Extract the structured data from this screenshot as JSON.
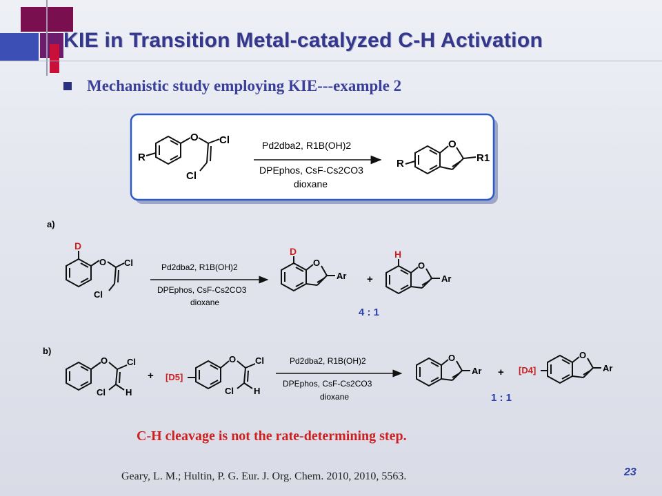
{
  "slide": {
    "title": "KIE in Transition Metal-catalyzed C-H Activation",
    "bullet": "Mechanistic study employing KIE---example 2",
    "conclusion": "C-H cleavage is not the rate-determining step.",
    "reference": "Geary, L. M.; Hultin, P. G. Eur. J. Org. Chem. 2010, 2010, 5563.",
    "page_number": "23"
  },
  "scheme": {
    "main": {
      "reactant": {
        "substituent": "R",
        "ring_atom": "O",
        "cl_top": "Cl",
        "cl_bottom": "Cl"
      },
      "reagents_above": "Pd2dba2, R1B(OH)2",
      "reagents_below_1": "DPEphos, CsF-Cs2CO3",
      "reagents_below_2": "dioxane",
      "product": {
        "substituent": "R",
        "ring_atom": "O",
        "r1": "R1"
      }
    },
    "part_a": {
      "label": "a)",
      "reactant": {
        "label": "D",
        "ring_atom": "O",
        "cl_top": "Cl",
        "cl_bottom": "Cl"
      },
      "reagents_above": "Pd2dba2, R1B(OH)2",
      "reagents_below_1": "DPEphos, CsF-Cs2CO3",
      "reagents_below_2": "dioxane",
      "product_1": {
        "label": "D",
        "ring_atom": "O",
        "ar": "Ar"
      },
      "plus": "+",
      "product_2": {
        "label": "H",
        "ring_atom": "O",
        "ar": "Ar"
      },
      "ratio": "4 : 1"
    },
    "part_b": {
      "label": "b)",
      "reactant_1": {
        "ring_atom": "O",
        "cl_top": "Cl",
        "cl_bottom": "Cl",
        "h": "H"
      },
      "plus_1": "+",
      "reactant_2": {
        "label": "[D5]",
        "ring_atom": "O",
        "cl_top": "Cl",
        "cl_bottom": "Cl",
        "h": "H"
      },
      "reagents_above": "Pd2dba2, R1B(OH)2",
      "reagents_below_1": "DPEphos, CsF-Cs2CO3",
      "reagents_below_2": "dioxane",
      "product_1": {
        "ring_atom": "O",
        "ar": "Ar"
      },
      "plus_2": "+",
      "product_2": {
        "label": "[D4]",
        "ring_atom": "O",
        "ar": "Ar"
      },
      "ratio": "1 : 1"
    }
  },
  "colors": {
    "title": "#35378a",
    "accent_red": "#cf1f1f",
    "ratio_blue": "#2a3fb0",
    "box_border": "#2b59c8"
  }
}
